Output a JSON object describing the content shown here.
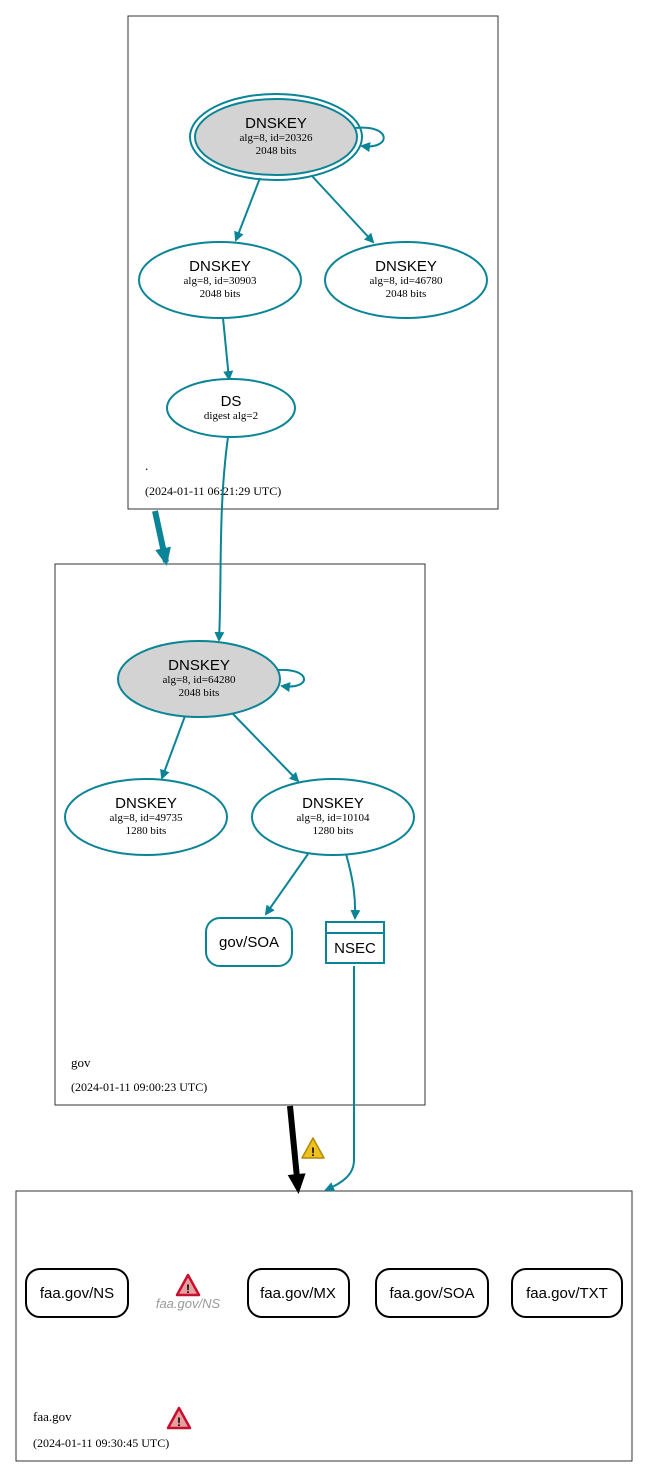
{
  "colors": {
    "teal": "#0a8496",
    "black": "#000000",
    "grey_fill": "#d3d3d3",
    "warn_red": "#c8102e",
    "warn_yellow": "#f0c020",
    "muted": "#999999"
  },
  "zones": {
    "root": {
      "name": ".",
      "timestamp": "(2024-01-11 06:21:29 UTC)"
    },
    "gov": {
      "name": "gov",
      "timestamp": "(2024-01-11 09:00:23 UTC)"
    },
    "faa": {
      "name": "faa.gov",
      "timestamp": "(2024-01-11 09:30:45 UTC)"
    }
  },
  "nodes": {
    "root_ksk": {
      "title": "DNSKEY",
      "line1": "alg=8, id=20326",
      "line2": "2048 bits"
    },
    "root_zsk1": {
      "title": "DNSKEY",
      "line1": "alg=8, id=30903",
      "line2": "2048 bits"
    },
    "root_zsk2": {
      "title": "DNSKEY",
      "line1": "alg=8, id=46780",
      "line2": "2048 bits"
    },
    "root_ds": {
      "title": "DS",
      "line1": "digest alg=2"
    },
    "gov_ksk": {
      "title": "DNSKEY",
      "line1": "alg=8, id=64280",
      "line2": "2048 bits"
    },
    "gov_zsk1": {
      "title": "DNSKEY",
      "line1": "alg=8, id=49735",
      "line2": "1280 bits"
    },
    "gov_zsk2": {
      "title": "DNSKEY",
      "line1": "alg=8, id=10104",
      "line2": "1280 bits"
    },
    "gov_soa": {
      "label": "gov/SOA"
    },
    "gov_nsec": {
      "label": "NSEC"
    },
    "faa_ns": {
      "label": "faa.gov/NS"
    },
    "faa_ns_err": {
      "label": "faa.gov/NS"
    },
    "faa_mx": {
      "label": "faa.gov/MX"
    },
    "faa_soa": {
      "label": "faa.gov/SOA"
    },
    "faa_txt": {
      "label": "faa.gov/TXT"
    }
  }
}
